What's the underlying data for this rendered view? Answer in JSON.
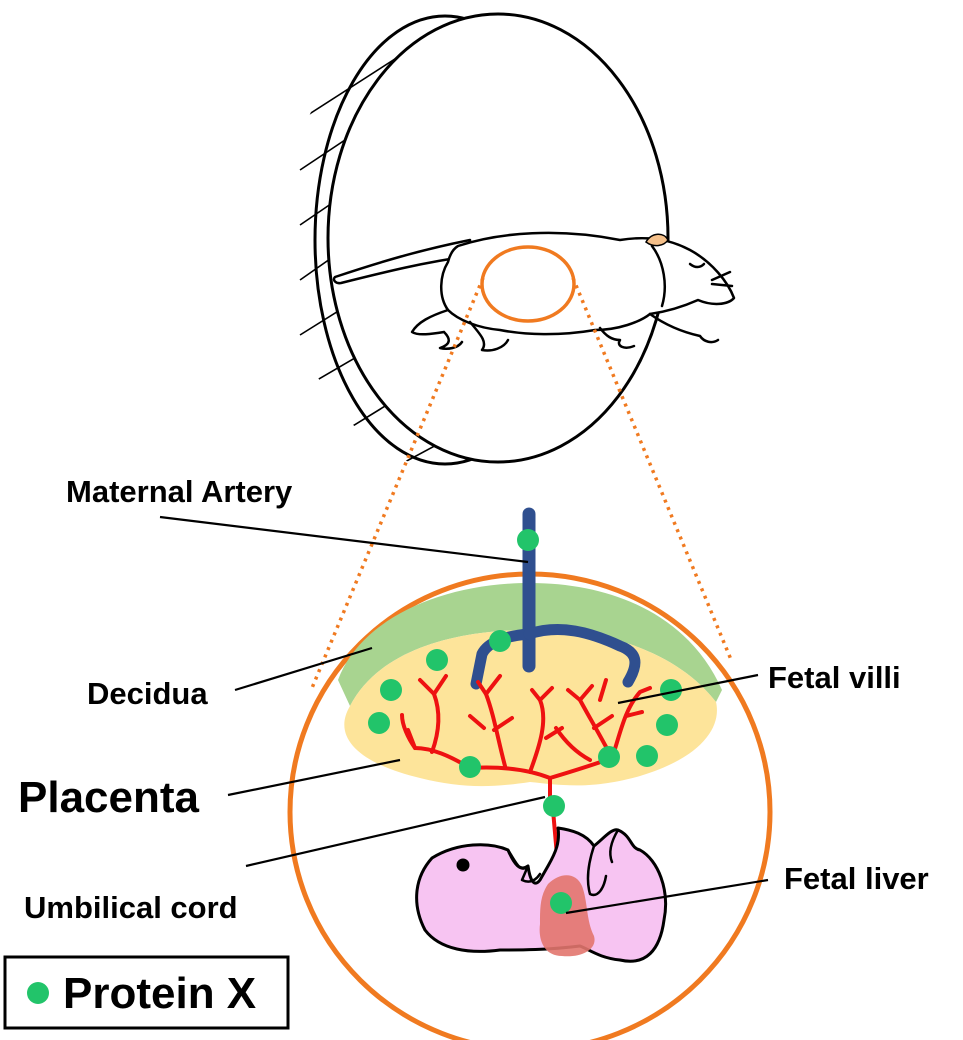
{
  "labels": {
    "maternal_artery": "Maternal Artery",
    "decidua": "Decidua",
    "fetal_villi": "Fetal villi",
    "placenta": "Placenta",
    "umbilical_cord": "Umbilical cord",
    "fetal_liver": "Fetal liver"
  },
  "legend": {
    "label": "Protein X"
  },
  "colors": {
    "protein_dot": "#22c46a",
    "zoom_outline": "#f07a20",
    "decidua": "#a8d490",
    "placenta": "#fde49a",
    "maternal_artery": "#2f4f8f",
    "fetal_vessels": "#ee1111",
    "fetus": "#f7c4f2",
    "fetal_liver": "#e2756e",
    "rat_ear": "#f5c08a"
  }
}
